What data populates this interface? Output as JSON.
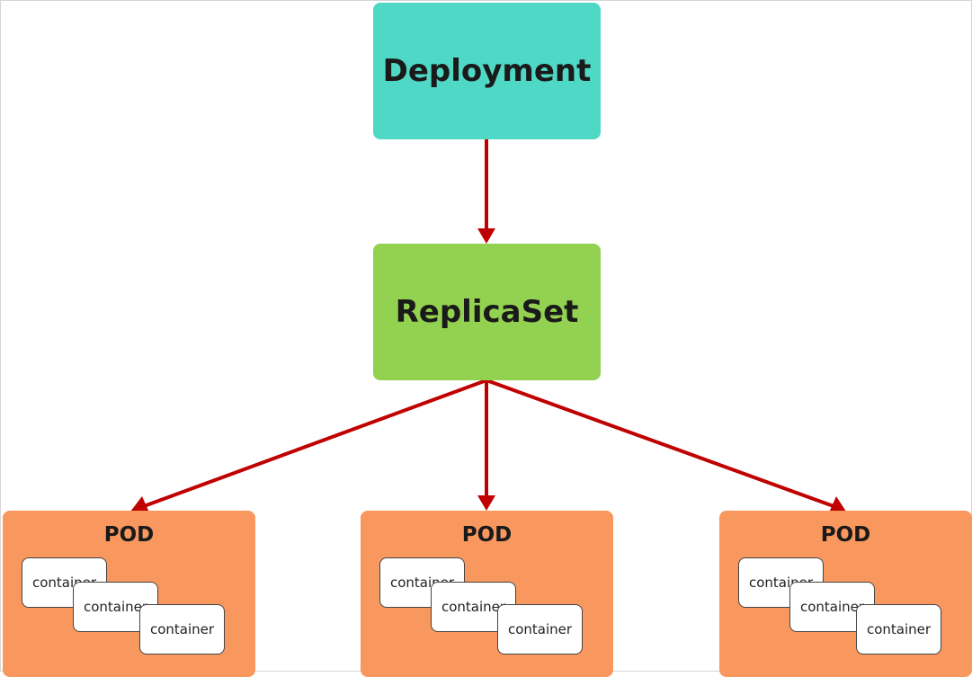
{
  "diagram": {
    "deployment": {
      "label": "Deployment",
      "color": "#4fd8c6"
    },
    "replicaset": {
      "label": "ReplicaSet",
      "color": "#93d251"
    },
    "pods": [
      {
        "title": "POD",
        "containers": [
          "container",
          "container",
          "container"
        ]
      },
      {
        "title": "POD",
        "containers": [
          "container",
          "container",
          "container"
        ]
      },
      {
        "title": "POD",
        "containers": [
          "container",
          "container",
          "container"
        ]
      }
    ],
    "pod_color": "#f8975e",
    "arrow_color": "#c00000"
  }
}
